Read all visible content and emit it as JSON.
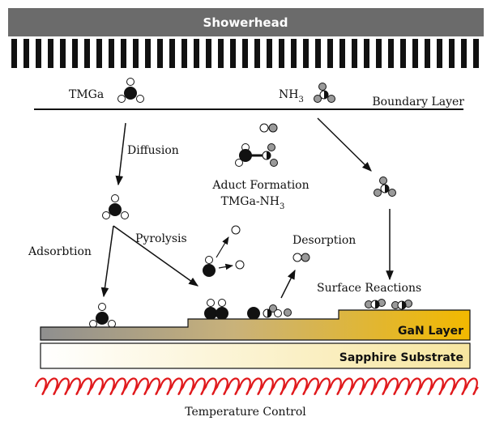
{
  "showerhead": {
    "label": "Showerhead"
  },
  "precursors": {
    "tmga": {
      "label": "TMGa"
    },
    "nh3": {
      "label_main": "NH",
      "label_sub": "3"
    }
  },
  "boundary_layer": {
    "label": "Boundary Layer"
  },
  "processes": {
    "diffusion": "Diffusion",
    "adduct_line1": "Aduct Formation",
    "adduct_line2_main": "TMGa-NH",
    "adduct_line2_sub": "3",
    "adsorption": "Adsorbtion",
    "pyrolysis": "Pyrolysis",
    "desorption": "Desorption",
    "surface_reactions": "Surface Reactions"
  },
  "layers": {
    "gan": "GaN Layer",
    "substrate": "Sapphire Substrate"
  },
  "heater": {
    "label": "Temperature Control"
  },
  "colors": {
    "showerhead": "#6b6b6b",
    "heater_coil": "#e0191c",
    "gan_start": "#8f8f8f",
    "gan_end": "#f2b900",
    "substrate_start": "#ffffff",
    "substrate_end": "#f7e6a0",
    "atom_dark": "#111111",
    "atom_grey": "#9a9a9a"
  }
}
